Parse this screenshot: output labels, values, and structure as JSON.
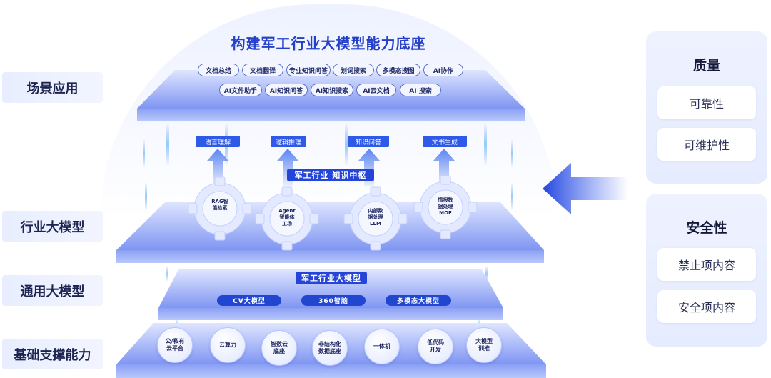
{
  "title": "构建军工行业大模型能力底座",
  "left_labels": [
    "场景应用",
    "行业大模型",
    "通用大模型",
    "基础支撑能力"
  ],
  "scene_row1": [
    "文档总结",
    "文档翻译",
    "专业知识问答",
    "划词搜索",
    "多模态搜图",
    "AI协作"
  ],
  "scene_row2": [
    "AI文件助手",
    "AI知识问答",
    "AI知识搜索",
    "AI云文档",
    "AI 搜索"
  ],
  "capabilities": [
    "语言理解",
    "逻辑推理",
    "知识问答",
    "文书生成"
  ],
  "knowledge_hub": "军工行业  知识中枢",
  "gears": [
    "RAG智\n能检索",
    "Agent\n智能体\n工场",
    "内部数\n据处理\nLLM",
    "情报数\n据处理\nMOE"
  ],
  "general_band": "军工行业大模型",
  "general_models": [
    "CV大模型",
    "360智脑",
    "多模态大模型"
  ],
  "infra": [
    "公/私有\n云平台",
    "云算力",
    "智数云\n底座",
    "非结构化\n数据底座",
    "一体机",
    "低代码\n开发",
    "大模型\n训推"
  ],
  "quality": {
    "title": "质量",
    "items": [
      "可靠性",
      "可维护性"
    ]
  },
  "security": {
    "title": "安全性",
    "items": [
      "禁止项内容",
      "安全项内容"
    ]
  },
  "colors": {
    "accent": "#2545d8",
    "panel": "#eef2ff",
    "layer": "#6d85f0"
  }
}
